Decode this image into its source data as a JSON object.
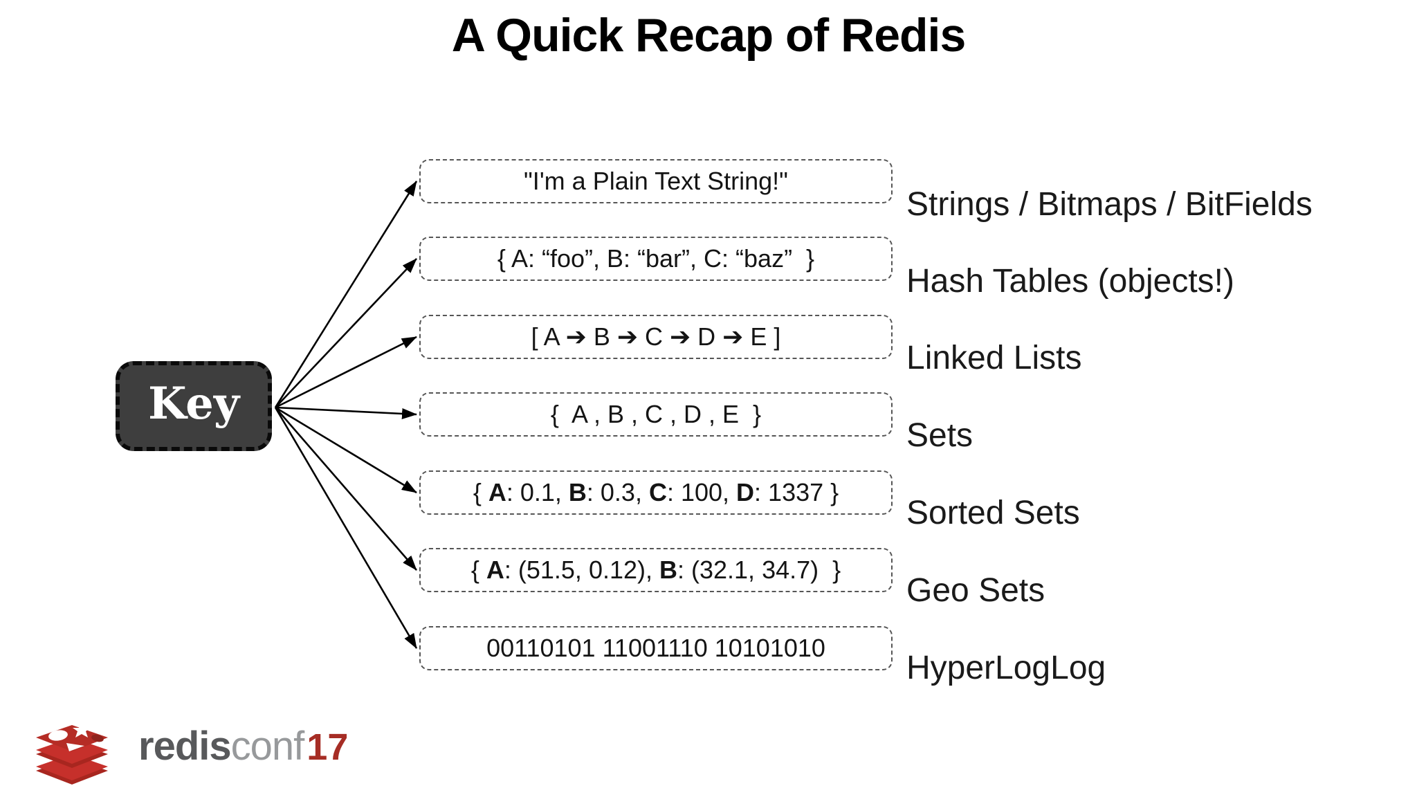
{
  "title": "A Quick Recap of Redis",
  "key": {
    "label": "Key"
  },
  "rows": [
    {
      "value": "\"I'm a Plain Text String!\"",
      "label": "Strings / Bitmaps / BitFields"
    },
    {
      "value": "{ A: “foo”, B: “bar”, C: “baz”  }",
      "label": "Hash Tables (objects!)"
    },
    {
      "value": "[ A ➔ B ➔ C ➔ D ➔ E ]",
      "label": "Linked Lists"
    },
    {
      "value": "{  A , B , C , D , E  }",
      "label": "Sets"
    },
    {
      "value_parts": [
        {
          "t": "{ "
        },
        {
          "t": "A",
          "b": true
        },
        {
          "t": ": 0.1, "
        },
        {
          "t": "B",
          "b": true
        },
        {
          "t": ": 0.3, "
        },
        {
          "t": "C",
          "b": true
        },
        {
          "t": ": 100, "
        },
        {
          "t": "D",
          "b": true
        },
        {
          "t": ": 1337 }"
        }
      ],
      "label": "Sorted Sets"
    },
    {
      "value_parts": [
        {
          "t": "{ "
        },
        {
          "t": "A",
          "b": true
        },
        {
          "t": ": (51.5, 0.12), "
        },
        {
          "t": "B",
          "b": true
        },
        {
          "t": ": (32.1, 34.7)  }"
        }
      ],
      "label": "Geo Sets"
    },
    {
      "value": "00110101 11001110 10101010",
      "label": "HyperLogLog"
    }
  ],
  "logo": {
    "icon": "redis-stack-icon",
    "brand_bold": "redis",
    "brand_light": "conf",
    "year": "17"
  },
  "colors": {
    "key_box_fill": "#3e3e3e",
    "key_text": "#ffffff",
    "redis_red": "#c6302b",
    "redis_dark_red": "#a62d25",
    "brand_gray": "#58595b",
    "brand_light_gray": "#97999b",
    "text": "#1a1a1a"
  }
}
